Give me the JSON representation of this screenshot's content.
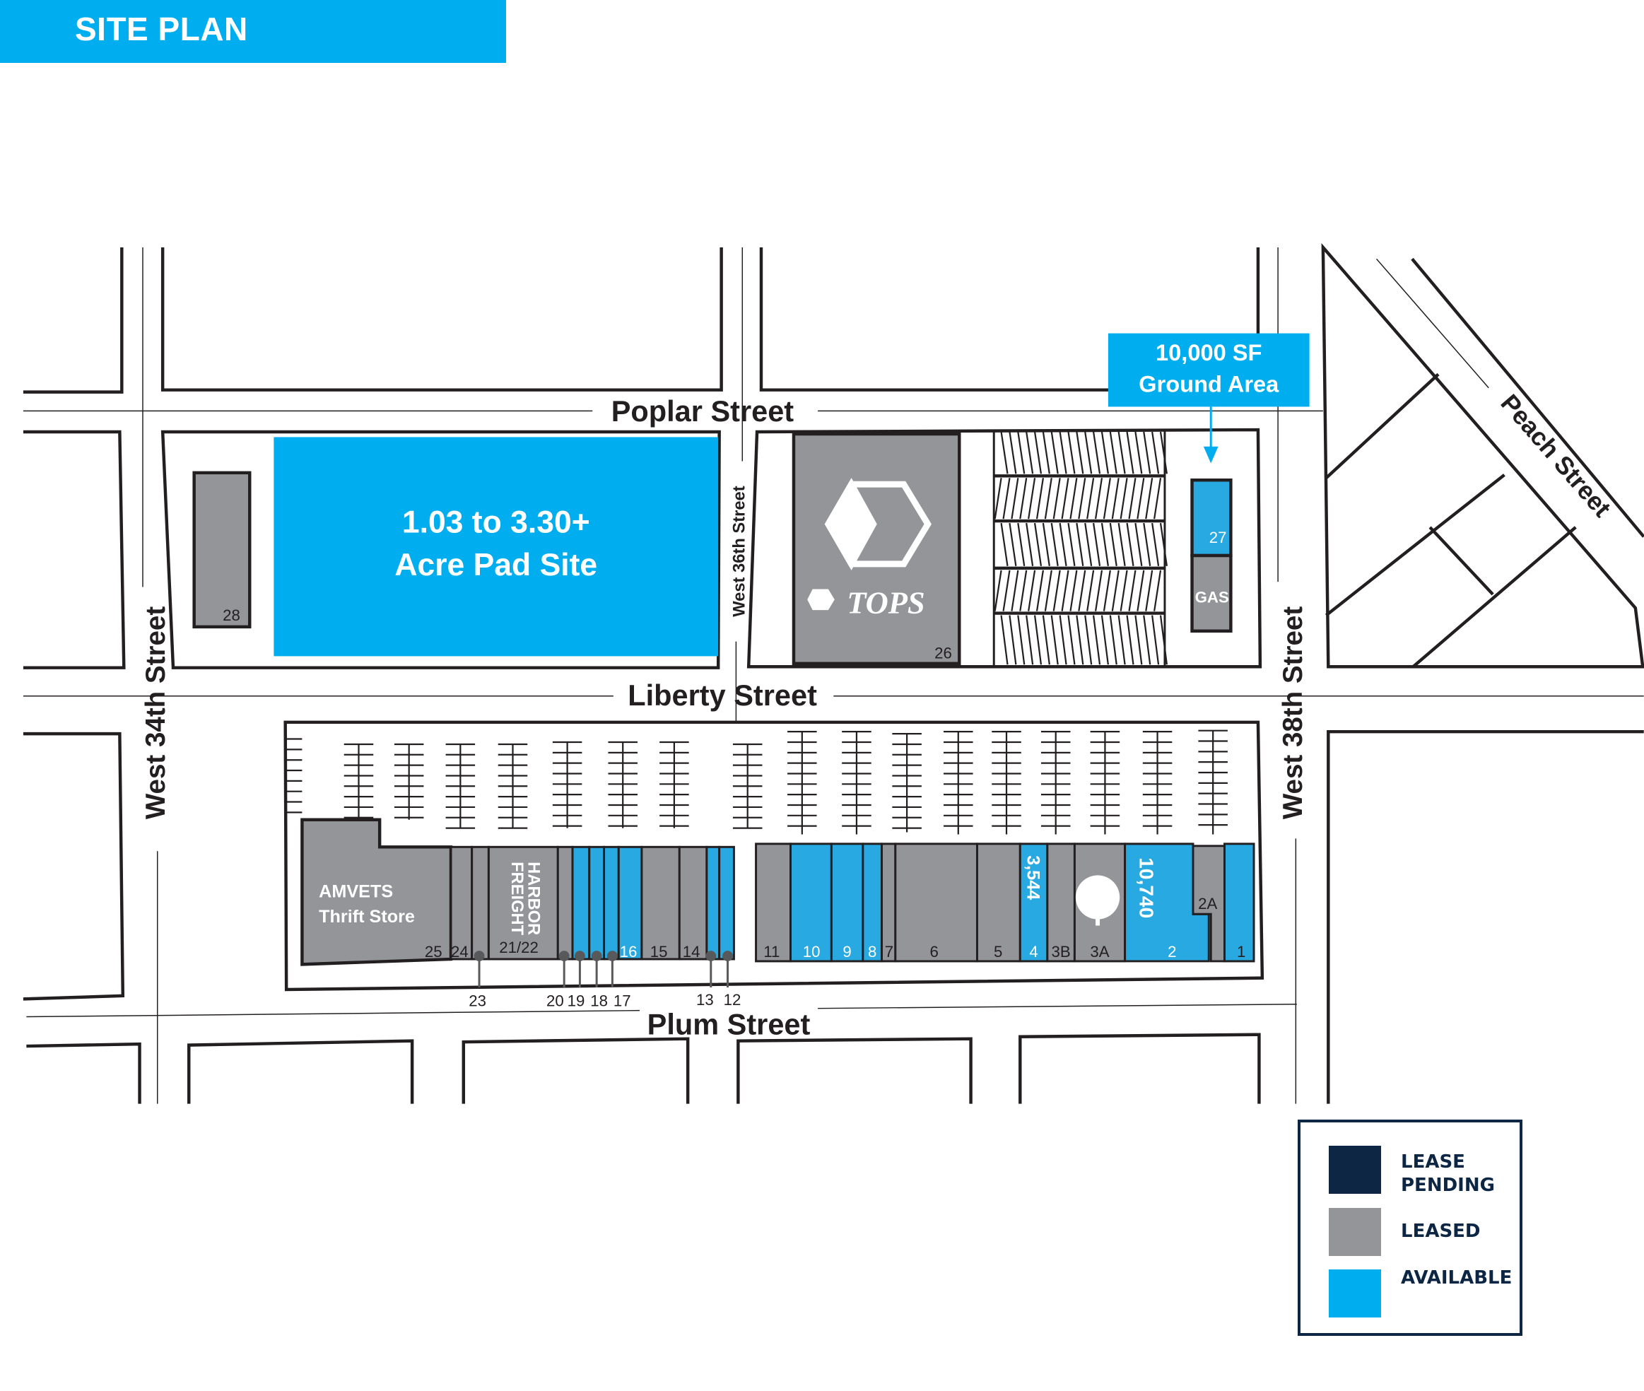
{
  "header": {
    "title": "SITE PLAN"
  },
  "colors": {
    "available": "#00aeef",
    "leased": "#939598",
    "lease_pending": "#0d2644",
    "outline": "#231f20"
  },
  "streets": {
    "poplar": "Poplar Street",
    "liberty": "Liberty Street",
    "plum": "Plum Street",
    "w34": "West 34th Street",
    "w36": "West 36th Street",
    "w38": "West 38th Street",
    "peach": "Peach Street"
  },
  "pad_site": {
    "line1": "1.03 to 3.30+",
    "line2": "Acre Pad Site",
    "status": "available"
  },
  "callout": {
    "line1": "10,000 SF",
    "line2": "Ground Area"
  },
  "north_parcel": {
    "unit_28": {
      "number": "28",
      "status": "leased"
    },
    "tops": {
      "number": "26",
      "tenant": "TOPS",
      "status": "leased"
    },
    "unit_27": {
      "number": "27",
      "status": "available"
    },
    "gas": {
      "label": "GAS",
      "status": "leased"
    }
  },
  "strip_west": {
    "amvets": {
      "line1": "AMVETS",
      "line2": "Thrift Store"
    },
    "harbor": {
      "line1": "HARBOR",
      "line2": "FREIGHT"
    },
    "labels_inside": [
      "25",
      "24",
      "21/22",
      "16",
      "15",
      "14"
    ],
    "labels_below": [
      "23",
      "20",
      "19",
      "18",
      "17",
      "13",
      "12"
    ]
  },
  "strip_east": {
    "units": [
      {
        "label": "11",
        "status": "leased"
      },
      {
        "label": "10",
        "status": "available"
      },
      {
        "label": "9",
        "status": "available"
      },
      {
        "label": "8",
        "status": "available"
      },
      {
        "label": "7",
        "status": "leased"
      },
      {
        "label": "6",
        "status": "leased"
      },
      {
        "label": "5",
        "status": "leased"
      },
      {
        "label": "4",
        "status": "available",
        "sf": "3,544"
      },
      {
        "label": "3B",
        "status": "leased"
      },
      {
        "label": "3A",
        "status": "leased"
      },
      {
        "label": "2",
        "status": "available",
        "sf": "10,740"
      },
      {
        "label": "2A",
        "status": "leased"
      },
      {
        "label": "1",
        "status": "available"
      }
    ]
  },
  "legend": {
    "items": [
      {
        "label_line1": "LEASE",
        "label_line2": "PENDING",
        "color": "#0d2644"
      },
      {
        "label_line1": "LEASED",
        "label_line2": "",
        "color": "#939598"
      },
      {
        "label_line1": "AVAILABLE",
        "label_line2": "",
        "color": "#00aeef"
      }
    ]
  }
}
